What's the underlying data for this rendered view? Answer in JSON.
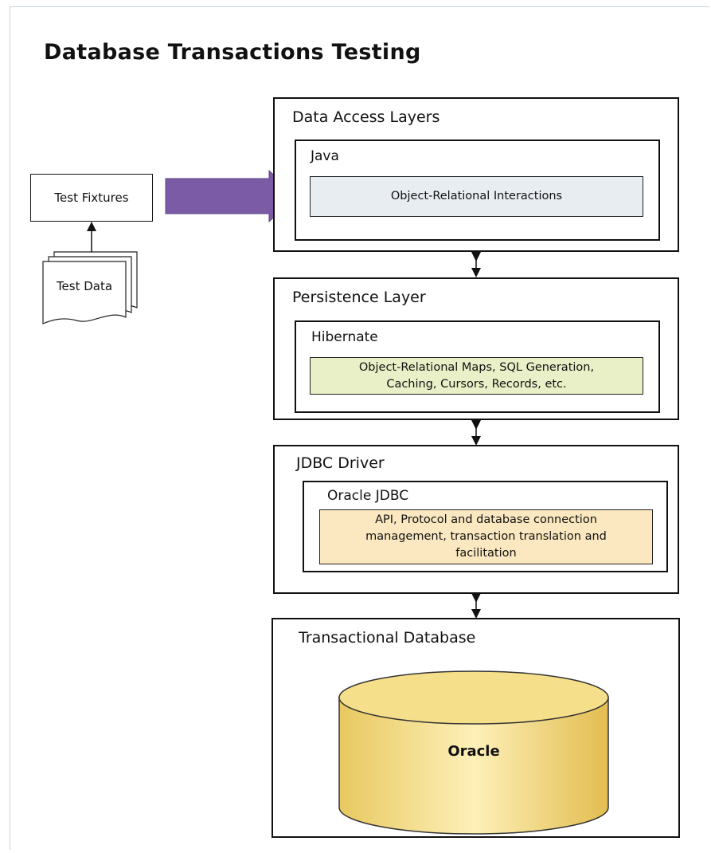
{
  "title": "Database Transactions Testing",
  "left": {
    "fixtures": "Test Fixtures",
    "data": "Test Data"
  },
  "layers": {
    "data_access": {
      "label": "Data Access Layers",
      "inner_label": "Java",
      "content": "Object-Relational Interactions"
    },
    "persistence": {
      "label": "Persistence Layer",
      "inner_label": "Hibernate",
      "content": "Object-Relational Maps, SQL Generation,\nCaching, Cursors, Records, etc."
    },
    "jdbc": {
      "label": "JDBC Driver",
      "inner_label": "Oracle JDBC",
      "content": "API, Protocol and database connection\nmanagement, transaction translation and\nfacilitation"
    },
    "database": {
      "label": "Transactional Database",
      "cylinder": "Oracle"
    }
  },
  "colors": {
    "big_arrow": "#7b5aa6",
    "object_relational_fill": "#e8edf2",
    "hibernate_fill": "#e9efc6",
    "jdbc_fill": "#fbe8c0",
    "cylinder_fill": "#f2d87a"
  }
}
